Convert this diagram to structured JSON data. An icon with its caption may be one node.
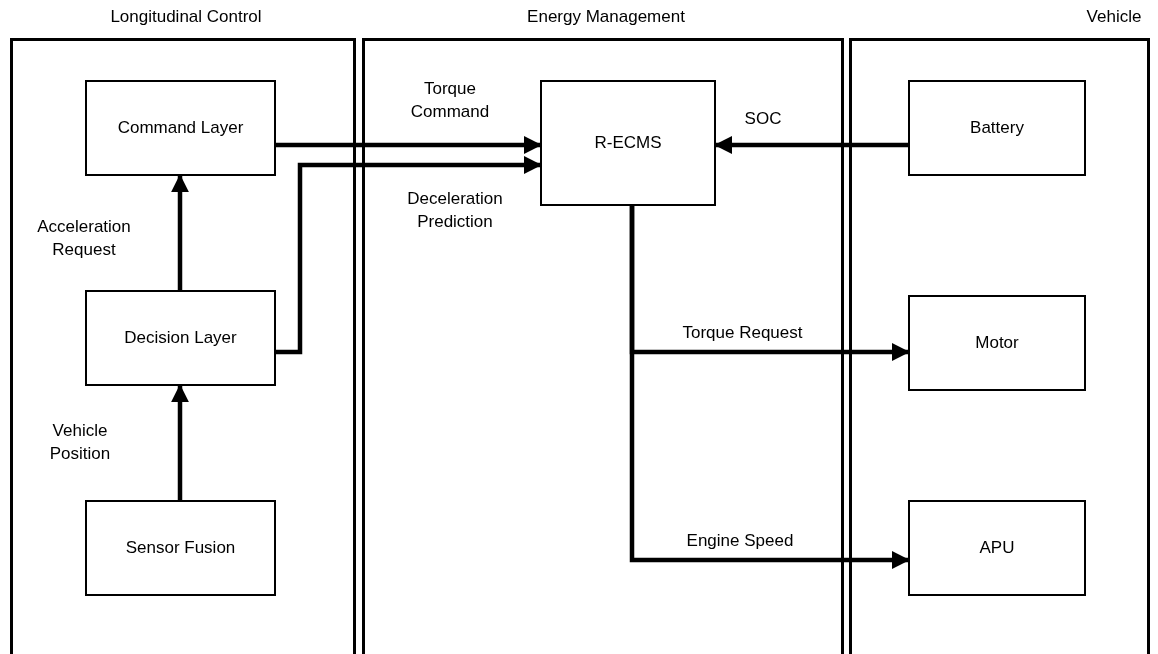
{
  "diagram": {
    "nodes": [
      {
        "text": [
          "Longitudinal Control"
        ]
      },
      {
        "text": [
          "Command Layer"
        ],
        "in": 0
      },
      {
        "text": [
          "Decision Layer"
        ],
        "in": 0
      },
      {
        "text": [
          "Sensor Fusion"
        ],
        "in": 0
      },
      {
        "text": [
          "Energy Management"
        ]
      },
      {
        "text": [
          "R-ECMS"
        ],
        "in": 4
      },
      {
        "text": [
          "Vehicle"
        ]
      },
      {
        "text": [
          "Battery"
        ],
        "in": 6
      },
      {
        "text": [
          "Motor"
        ],
        "in": 6
      },
      {
        "text": [
          "APU"
        ],
        "in": 6
      }
    ],
    "edges": [
      {
        "from": 3,
        "to": 2,
        "arrow": "to",
        "label": "Vehicle Position"
      },
      {
        "from": 2,
        "to": 1,
        "arrow": "to",
        "label": "Acceleration Request"
      },
      {
        "from": 1,
        "to": 5,
        "arrow": "to",
        "label": "Torque Command"
      },
      {
        "from": 2,
        "to": 5,
        "arrow": "to",
        "label": "Deceleration Prediction"
      },
      {
        "from": 7,
        "to": 5,
        "arrow": "to",
        "label": "SOC"
      },
      {
        "from": 5,
        "to": 8,
        "arrow": "to",
        "label": "Torque Request"
      },
      {
        "from": 5,
        "to": 9,
        "arrow": "to",
        "label": "Engine Speed"
      }
    ]
  }
}
